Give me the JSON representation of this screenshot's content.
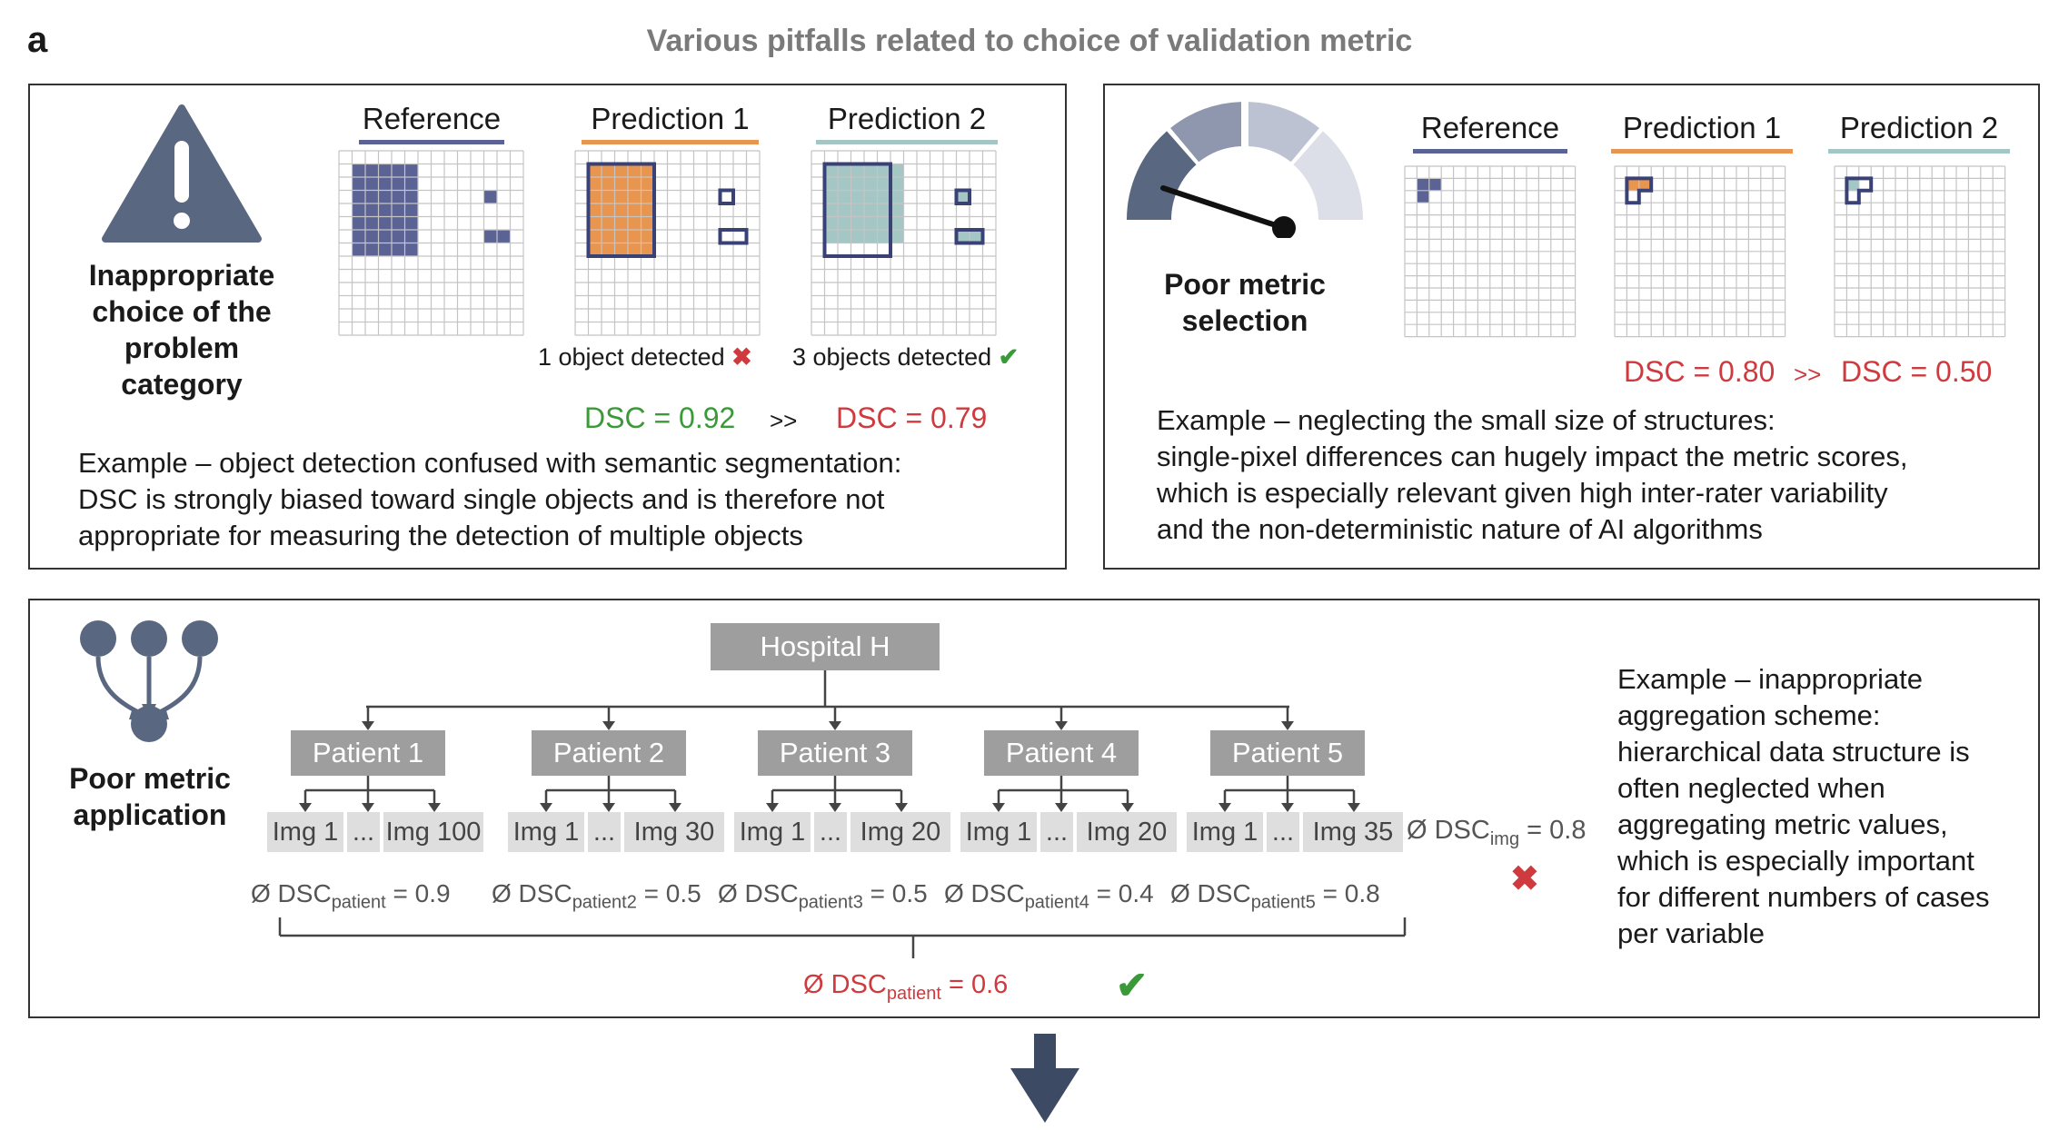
{
  "panel_label": "a",
  "title": "Various pitfalls related to choice of validation metric",
  "colors": {
    "navy": "#5b6395",
    "orange": "#e8954f",
    "teal": "#a4c7c6",
    "red": "#cf3a3e",
    "green": "#3a9a38",
    "grey": "#9e9e9e"
  },
  "problem_category": {
    "icon": "warning-triangle-icon",
    "heading": [
      "Inappropriate",
      "choice of the",
      "problem",
      "category"
    ],
    "headers": [
      "Reference",
      "Prediction 1",
      "Prediction 2"
    ],
    "detect1": "1 object detected",
    "detect2": "3 objects detected",
    "dsc1": "DSC = 0.92",
    "gt": ">>",
    "dsc2": "DSC = 0.79",
    "example": [
      "Example – object detection confused with semantic segmentation:",
      "DSC is strongly biased toward single objects and is therefore not",
      "appropriate for measuring the detection of multiple objects"
    ]
  },
  "metric_selection": {
    "icon": "gauge-icon",
    "heading": [
      "Poor metric",
      "selection"
    ],
    "headers": [
      "Reference",
      "Prediction 1",
      "Prediction 2"
    ],
    "dsc1": "DSC = 0.80",
    "gt": ">>",
    "dsc2": "DSC = 0.50",
    "example": [
      "Example – neglecting the small size of structures:",
      "single-pixel differences can hugely impact the metric scores,",
      "which is especially relevant given high inter-rater variability",
      "and the non-deterministic nature of AI algorithms"
    ]
  },
  "metric_application": {
    "icon": "aggregation-nodes-icon",
    "heading": [
      "Poor metric",
      "application"
    ],
    "hospital": "Hospital H",
    "patients": [
      {
        "label": "Patient 1",
        "img_first": "Img 1",
        "img_mid": "...",
        "img_last": "Img 100",
        "dsc_sub": "patient",
        "dsc_val": "= 0.9"
      },
      {
        "label": "Patient 2",
        "img_first": "Img 1",
        "img_mid": "...",
        "img_last": "Img 30",
        "dsc_sub": "patient2",
        "dsc_val": "= 0.5"
      },
      {
        "label": "Patient 3",
        "img_first": "Img 1",
        "img_mid": "...",
        "img_last": "Img 20",
        "dsc_sub": "patient3",
        "dsc_val": "= 0.5"
      },
      {
        "label": "Patient 4",
        "img_first": "Img 1",
        "img_mid": "...",
        "img_last": "Img 20",
        "dsc_sub": "patient4",
        "dsc_val": "= 0.4"
      },
      {
        "label": "Patient 5",
        "img_first": "Img 1",
        "img_mid": "...",
        "img_last": "Img 35",
        "dsc_sub": "patient5",
        "dsc_val": "= 0.8"
      }
    ],
    "dsc_prefix": "Ø DSC",
    "dsc_img_sub": "img",
    "dsc_img_val": "= 0.8",
    "dsc_patient_sub": "patient",
    "dsc_patient_val": "= 0.6",
    "example": [
      "Example – inappropriate",
      "aggregation scheme:",
      "hierarchical data structure is",
      "often neglected when",
      "aggregating metric values,",
      "which is especially important",
      "for different numbers of cases",
      "per variable"
    ]
  }
}
